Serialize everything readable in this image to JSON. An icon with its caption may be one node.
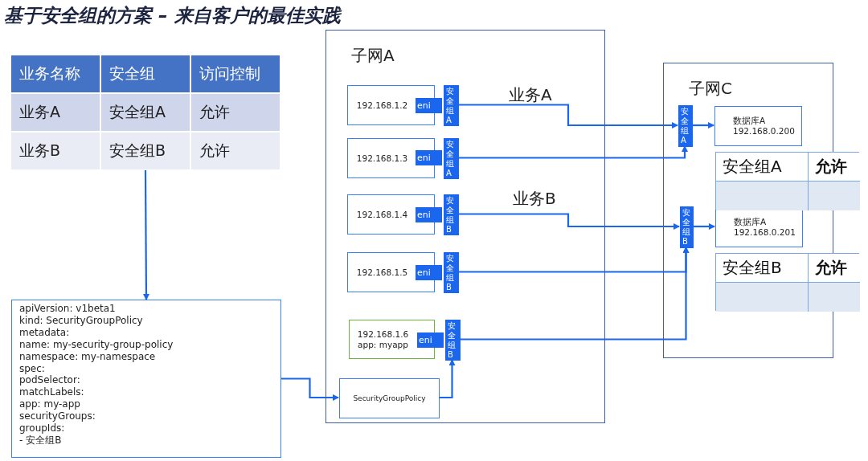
{
  "diagram": {
    "title": "基于安全组的方案 – 来自客户的最佳实践",
    "nodes": [
      {
        "text": [
          "业务名称",
          "安全组",
          "访问控制",
          "业务A",
          "安全组A",
          "允许",
          "业务B",
          "安全组B",
          "允许"
        ]
      },
      {
        "text": [
          "apiVersion: v1beta1",
          "kind: SecurityGroupPolicy",
          "metadata:",
          "name: my-security-group-policy",
          "namespace: my-namespace",
          "spec:",
          "podSelector:",
          "matchLabels:",
          "app: my-app",
          "securityGroups:",
          "groupIds:",
          "- 安全组B"
        ]
      },
      {
        "text": [
          "子网A"
        ]
      },
      {
        "text": [
          "192.168.1.2"
        ],
        "in": 2
      },
      {
        "text": [
          "eni"
        ],
        "in": 2
      },
      {
        "text": [
          "安全组A"
        ],
        "in": 2
      },
      {
        "text": [
          "192.168.1.3"
        ],
        "in": 2
      },
      {
        "text": [
          "eni"
        ],
        "in": 2
      },
      {
        "text": [
          "安全组A"
        ],
        "in": 2
      },
      {
        "text": [
          "192.168.1.4"
        ],
        "in": 2
      },
      {
        "text": [
          "eni"
        ],
        "in": 2
      },
      {
        "text": [
          "安全组B"
        ],
        "in": 2
      },
      {
        "text": [
          "192.168.1.5"
        ],
        "in": 2
      },
      {
        "text": [
          "eni"
        ],
        "in": 2
      },
      {
        "text": [
          "安全组B"
        ],
        "in": 2
      },
      {
        "text": [
          "192.168.1.6",
          "app: myapp"
        ],
        "in": 2
      },
      {
        "text": [
          "eni"
        ],
        "in": 2
      },
      {
        "text": [
          "安全组B"
        ],
        "in": 2
      },
      {
        "text": [
          "SecurityGroupPolicy"
        ],
        "in": 2
      },
      {
        "text": [
          "子网C"
        ]
      },
      {
        "text": [
          "安全组A"
        ],
        "in": 19
      },
      {
        "text": [
          "数据库A",
          "192.168.0.200"
        ],
        "in": 19
      },
      {
        "text": [
          "安全组B"
        ],
        "in": 19
      },
      {
        "text": [
          "数据库A",
          "192.168.0.201"
        ],
        "in": 19
      }
    ],
    "edges": [
      {
        "from": 0,
        "to": 1,
        "arrow": "to"
      },
      {
        "from": 1,
        "to": 18,
        "arrow": "to"
      },
      {
        "from": 18,
        "to": 17,
        "arrow": "to"
      },
      {
        "from": 5,
        "to": 20,
        "arrow": "to"
      },
      {
        "from": 8,
        "to": 20,
        "arrow": "to"
      },
      {
        "from": 11,
        "to": 22,
        "arrow": "to"
      },
      {
        "from": 14,
        "to": 22,
        "arrow": "to"
      },
      {
        "from": 17,
        "to": 22,
        "arrow": "to"
      },
      {
        "from": 20,
        "to": 21,
        "arrow": "to"
      },
      {
        "from": 22,
        "to": 23,
        "arrow": "to"
      }
    ],
    "labels": [
      "业务A",
      "业务B",
      "安全组A",
      "允许",
      "安全组B",
      "允许"
    ]
  }
}
